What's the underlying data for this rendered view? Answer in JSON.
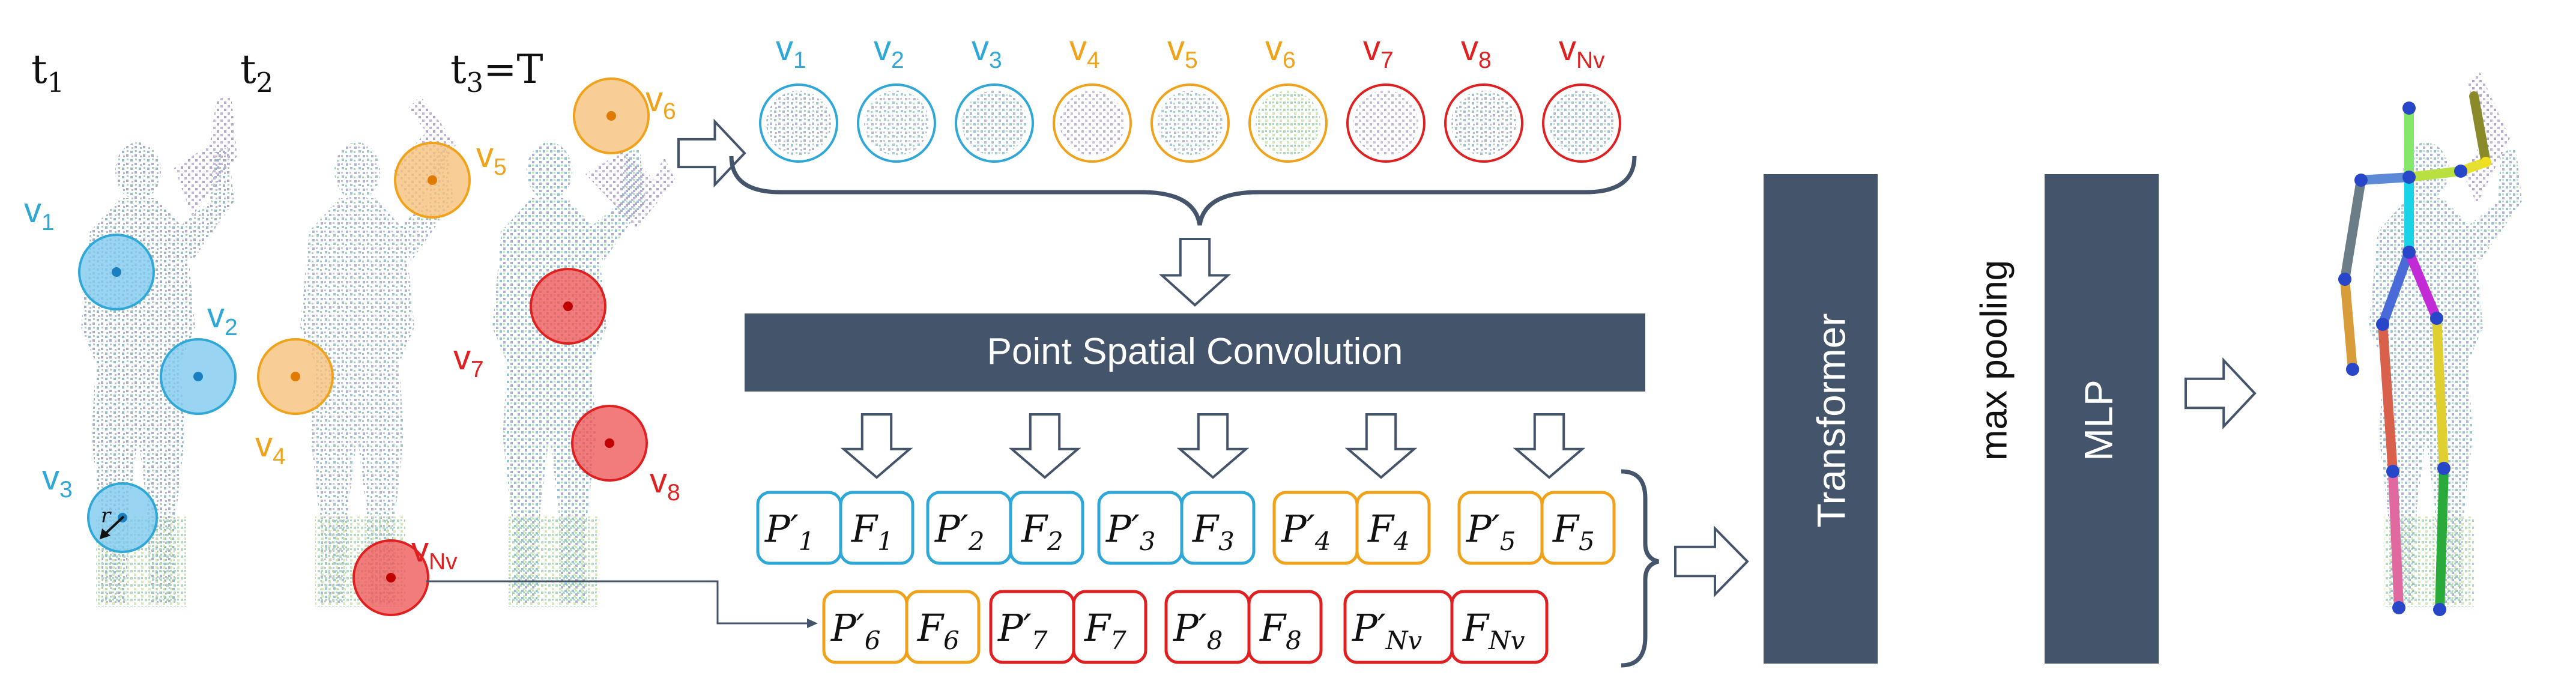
{
  "time_labels": [
    {
      "base": "t",
      "sub": "1",
      "suffix": ""
    },
    {
      "base": "t",
      "sub": "2",
      "suffix": ""
    },
    {
      "base": "t",
      "sub": "3",
      "suffix": "=T"
    }
  ],
  "colors": {
    "blue": "#2fa8d8",
    "blue_fill": "#7fcbef",
    "orange": "#f0a21a",
    "orange_fill": "#f6c27c",
    "red": "#e02020",
    "red_fill": "#ef5a5a",
    "dark_block": "#44546a",
    "arrow": "#44546a"
  },
  "frame_centers": [
    {
      "label_base": "v",
      "sub": "1",
      "color": "blue"
    },
    {
      "label_base": "v",
      "sub": "2",
      "color": "blue"
    },
    {
      "label_base": "v",
      "sub": "3",
      "color": "blue"
    },
    {
      "label_base": "v",
      "sub": "4",
      "color": "orange"
    },
    {
      "label_base": "v",
      "sub": "5",
      "color": "orange"
    },
    {
      "label_base": "v",
      "sub": "6",
      "color": "orange"
    },
    {
      "label_base": "v",
      "sub": "7",
      "color": "red"
    },
    {
      "label_base": "v",
      "sub": "8",
      "color": "red"
    },
    {
      "label_base": "v",
      "sub": "Nv",
      "color": "red"
    }
  ],
  "radius_label": "r",
  "patches": [
    {
      "label_base": "v",
      "sub": "1",
      "color": "blue"
    },
    {
      "label_base": "v",
      "sub": "2",
      "color": "blue"
    },
    {
      "label_base": "v",
      "sub": "3",
      "color": "blue"
    },
    {
      "label_base": "v",
      "sub": "4",
      "color": "orange"
    },
    {
      "label_base": "v",
      "sub": "5",
      "color": "orange"
    },
    {
      "label_base": "v",
      "sub": "6",
      "color": "orange"
    },
    {
      "label_base": "v",
      "sub": "7",
      "color": "red"
    },
    {
      "label_base": "v",
      "sub": "8",
      "color": "red"
    },
    {
      "label_base": "v",
      "sub": "Nv",
      "color": "red"
    }
  ],
  "conv_label": "Point Spatial Convolution",
  "feature_pairs": [
    {
      "p": "P′",
      "p_sub": "1",
      "f": "F",
      "f_sub": "1",
      "color": "blue"
    },
    {
      "p": "P′",
      "p_sub": "2",
      "f": "F",
      "f_sub": "2",
      "color": "blue"
    },
    {
      "p": "P′",
      "p_sub": "3",
      "f": "F",
      "f_sub": "3",
      "color": "blue"
    },
    {
      "p": "P′",
      "p_sub": "4",
      "f": "F",
      "f_sub": "4",
      "color": "orange"
    },
    {
      "p": "P′",
      "p_sub": "5",
      "f": "F",
      "f_sub": "5",
      "color": "orange"
    },
    {
      "p": "P′",
      "p_sub": "6",
      "f": "F",
      "f_sub": "6",
      "color": "orange"
    },
    {
      "p": "P′",
      "p_sub": "7",
      "f": "F",
      "f_sub": "7",
      "color": "red"
    },
    {
      "p": "P′",
      "p_sub": "8",
      "f": "F",
      "f_sub": "8",
      "color": "red"
    },
    {
      "p": "P′",
      "p_sub": "Nv",
      "f": "F",
      "f_sub": "Nv",
      "color": "red"
    }
  ],
  "transformer_label": "Transformer",
  "pooling_label": "max pooling",
  "mlp_label": "MLP"
}
